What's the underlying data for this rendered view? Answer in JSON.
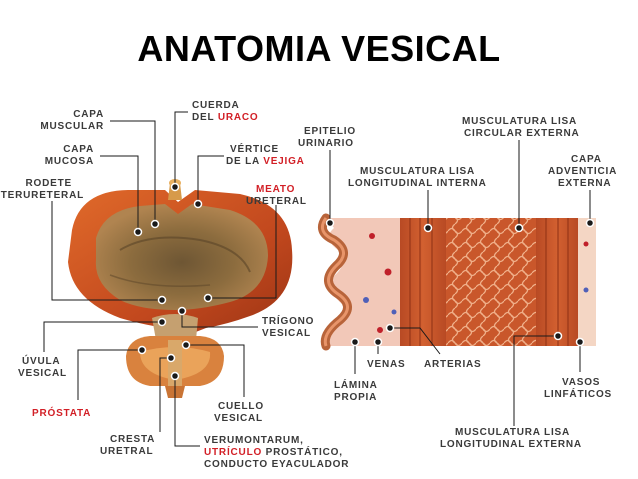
{
  "title": "ANATOMIA VESICAL",
  "colors": {
    "text": "#3a3a3a",
    "highlight": "#d21f26",
    "muscle": "#c2481e",
    "mucosa": "#8a6a3c",
    "tissue_pink": "#f2c8b8"
  },
  "labels": {
    "capa_muscular": [
      "CAPA",
      "MUSCULAR"
    ],
    "capa_mucosa": [
      "CAPA",
      "MUCOSA"
    ],
    "rodete": [
      "RODETE",
      "INTERURETERAL"
    ],
    "cuerda": {
      "line1": "CUERDA",
      "line2_prefix": "DEL ",
      "line2_highlight": "URACO"
    },
    "vertice": {
      "line1": "VÉRTICE",
      "line2_prefix": "DE LA ",
      "line2_highlight": "VEJIGA"
    },
    "meato": {
      "line1": "MEATO",
      "line2": "URETERAL"
    },
    "trigono": [
      "TRÍGONO",
      "VESICAL"
    ],
    "uvula": [
      "ÚVULA",
      "VESICAL"
    ],
    "prostata": "PRÓSTATA",
    "cuello": [
      "CUELLO",
      "VESICAL"
    ],
    "cresta": [
      "CRESTA",
      "URETRAL"
    ],
    "verumontanum": {
      "line1": "VERUMONTARUM,",
      "line2_highlight": "UTRÍCULO",
      "line2_suffix": " PROSTÁTICO,",
      "line3": "CONDUCTO EYACULADOR"
    },
    "epitelio": [
      "EPITELIO",
      "URINARIO"
    ],
    "musc_long_interna": [
      "MUSCULATURA LISA",
      "LONGITUDINAL INTERNA"
    ],
    "musc_circular": [
      "MUSCULATURA LISA",
      "CIRCULAR EXTERNA"
    ],
    "adventicia": [
      "CAPA",
      "ADVENTICIA",
      "EXTERNA"
    ],
    "lamina": [
      "LÁMINA",
      "PROPIA"
    ],
    "venas": "VENAS",
    "arterias": "ARTERIAS",
    "vasos": [
      "VASOS",
      "LINFÁTICOS"
    ],
    "musc_long_externa": [
      "MUSCULATURA LISA",
      "LONGITUDINAL EXTERNA"
    ]
  }
}
